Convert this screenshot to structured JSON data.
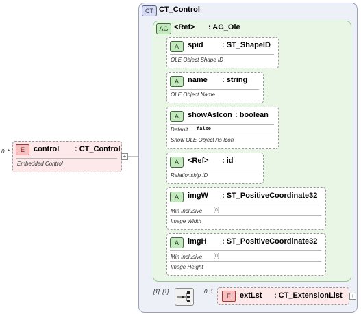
{
  "control": {
    "badge": "E",
    "occurs": "0..*",
    "name": "control",
    "type": ": CT_Control",
    "doc": "Embedded Control"
  },
  "ct": {
    "badge": "CT",
    "title": "CT_Control"
  },
  "ag": {
    "badge": "AG",
    "ref": "<Ref>",
    "name": ": AG_Ole"
  },
  "attributes": [
    {
      "badge": "A",
      "name": "spid",
      "type": ": ST_ShapeID",
      "doc": "OLE Object Shape ID"
    },
    {
      "badge": "A",
      "name": "name",
      "type": ": string",
      "doc": "OLE Object Name"
    },
    {
      "badge": "A",
      "name": "showAsIcon",
      "type": ": boolean",
      "default_label": "Default",
      "default_value": "false",
      "doc": "Show OLE Object As Icon"
    },
    {
      "badge": "A",
      "name": "<Ref>",
      "type": ": id",
      "doc": "Relationship ID"
    },
    {
      "badge": "A",
      "name": "imgW",
      "type": ": ST_PositiveCoordinate32",
      "facet_label": "Min Inclusive",
      "facet_value": "[0]",
      "doc": "Image Width"
    },
    {
      "badge": "A",
      "name": "imgH",
      "type": ": ST_PositiveCoordinate32",
      "facet_label": "Min Inclusive",
      "facet_value": "[0]",
      "doc": "Image Height"
    }
  ],
  "sequence": {
    "occurs": "[1]..[1]"
  },
  "extLst": {
    "badge": "E",
    "occurs": "0..1",
    "name": "extLst",
    "type": ": CT_ExtensionList"
  },
  "expand_symbol": "+"
}
